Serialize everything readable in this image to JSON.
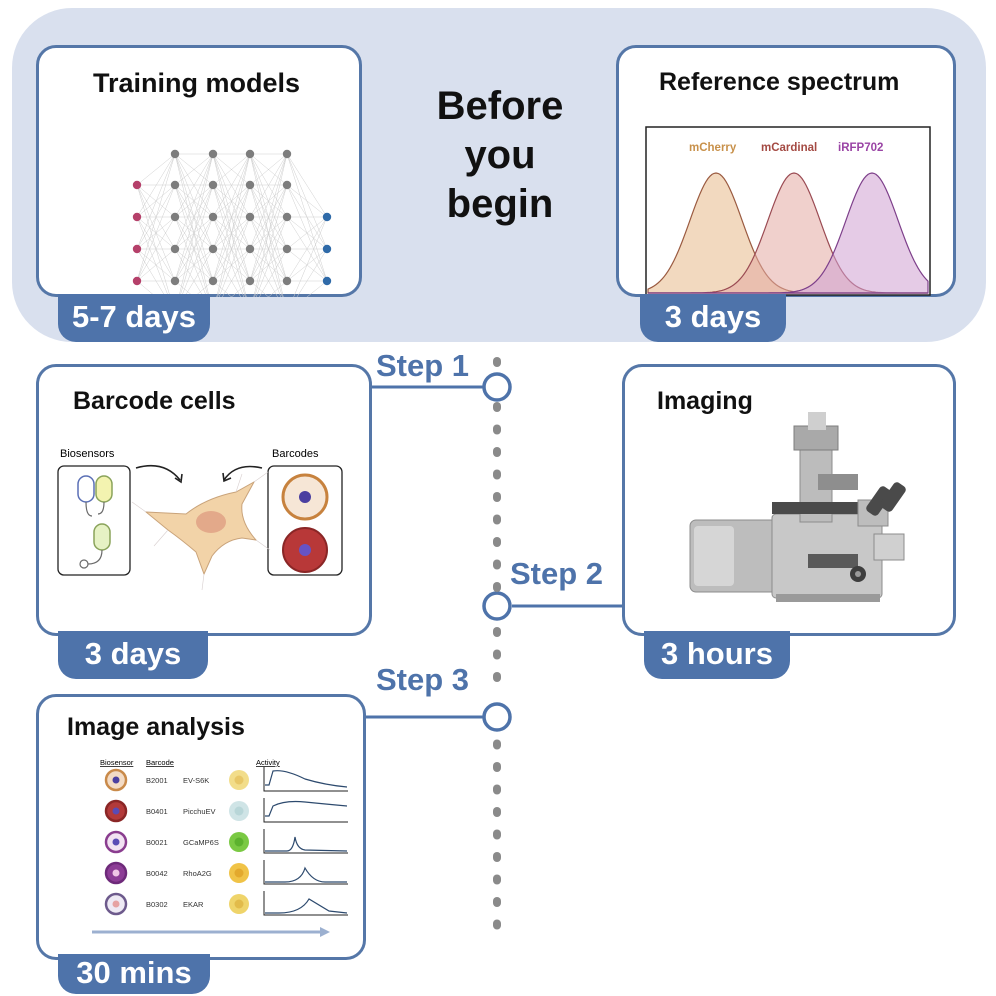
{
  "header": {
    "title_lines": [
      "Before",
      "you",
      "begin"
    ]
  },
  "cards": {
    "training": {
      "title": "Training models",
      "duration": "5-7 days"
    },
    "reference": {
      "title": "Reference spectrum",
      "duration": "3 days",
      "spectra": [
        {
          "name": "mCherry",
          "color": "#e8b98a",
          "label_color": "#c8914b"
        },
        {
          "name": "mCardinal",
          "color": "#e3a9a3",
          "label_color": "#a44a43"
        },
        {
          "name": "iRFP702",
          "color": "#cfa0d2",
          "label_color": "#9a44a5"
        }
      ]
    },
    "barcode": {
      "title": "Barcode cells",
      "duration": "3 days",
      "biosensors_label": "Biosensors",
      "barcodes_label": "Barcodes"
    },
    "imaging": {
      "title": "Imaging",
      "duration": "3 hours"
    },
    "analysis": {
      "title": "Image analysis",
      "duration": "30 mins",
      "headers": {
        "biosensor": "Biosensor",
        "barcode": "Barcode",
        "activity": "Activity"
      },
      "rows": [
        {
          "id": "B2001",
          "name": "EV-S6K",
          "ring": "#c98a4a",
          "fill": "#f3dbc5",
          "dot": "#4b3fa0",
          "blob": "#f2dd8a",
          "blob_core": "#e8c767"
        },
        {
          "id": "B0401",
          "name": "PicchuEV",
          "ring": "#8a2626",
          "fill": "#b33a3a",
          "dot": "#5a4bb5",
          "blob": "#cfe4e6",
          "blob_core": "#b8d6d8"
        },
        {
          "id": "B0021",
          "name": "GCaMP6S",
          "ring": "#8a3d8f",
          "fill": "#f2e2f2",
          "dot": "#5a4bb5",
          "blob": "#7ac943",
          "blob_core": "#5cb22e"
        },
        {
          "id": "B0042",
          "name": "RhoA2G",
          "ring": "#6e2a7a",
          "fill": "#8d3d96",
          "dot": "#f0c6e6",
          "blob": "#f0c347",
          "blob_core": "#e3a92d"
        },
        {
          "id": "B0302",
          "name": "EKAR",
          "ring": "#6d5a8c",
          "fill": "#eeeaf4",
          "dot": "#e6a3a3",
          "blob": "#efd46a",
          "blob_core": "#e2bb4a"
        }
      ]
    }
  },
  "steps": [
    "Step 1",
    "Step 2",
    "Step 3"
  ],
  "colors": {
    "accent": "#4e73aa",
    "panel": "#d9e0ee",
    "border": "#5577a8"
  }
}
